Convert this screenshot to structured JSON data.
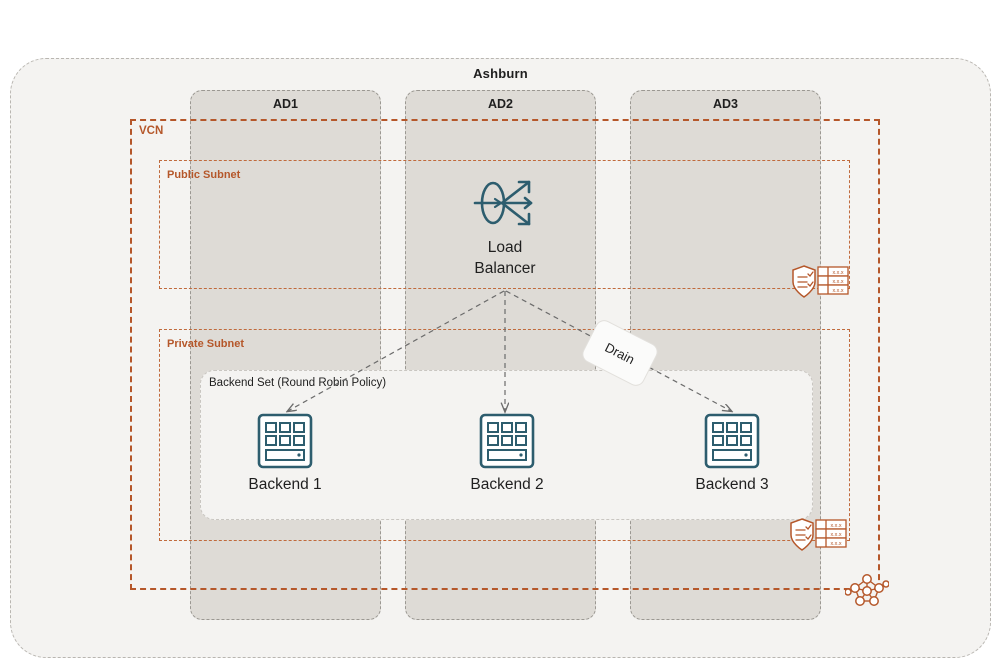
{
  "region": {
    "name": "Ashburn",
    "availability_domains": [
      {
        "id": "ad1",
        "label": "AD1"
      },
      {
        "id": "ad2",
        "label": "AD2"
      },
      {
        "id": "ad3",
        "label": "AD3"
      }
    ]
  },
  "vcn": {
    "label": "VCN",
    "subnets": [
      {
        "id": "public",
        "label": "Public Subnet"
      },
      {
        "id": "private",
        "label": "Private Subnet"
      }
    ]
  },
  "load_balancer": {
    "label_line1": "Load",
    "label_line2": "Balancer",
    "icon": "load-balancer-icon"
  },
  "backend_set": {
    "label": "Backend Set (Round Robin Policy)",
    "backends": [
      {
        "id": "backend-1",
        "label": "Backend 1",
        "icon": "server-icon"
      },
      {
        "id": "backend-2",
        "label": "Backend 2",
        "icon": "server-icon"
      },
      {
        "id": "backend-3",
        "label": "Backend 3",
        "icon": "server-icon"
      }
    ]
  },
  "annotations": {
    "drain": "Drain"
  },
  "security_artifacts": [
    {
      "id": "sec-top",
      "shield_icon": "security-list-shield-icon",
      "table_icon": "route-table-icon",
      "rows": [
        "x.x.x",
        "x.x.x",
        "x.x.x"
      ]
    },
    {
      "id": "sec-bottom",
      "shield_icon": "security-list-shield-icon",
      "table_icon": "route-table-icon",
      "rows": [
        "x.x.x",
        "x.x.x",
        "x.x.x"
      ]
    }
  ],
  "mesh": {
    "icon": "network-mesh-icon"
  },
  "colors": {
    "region_fill": "#f4f3f1",
    "region_border": "#b9b6b1",
    "ad_fill": "#dedbd6",
    "ad_border": "#9b9892",
    "vcn_border": "#b5572a",
    "subnet_border": "#c06a3c",
    "accent_orange": "#b5572a",
    "icon_teal": "#2d5d6e",
    "text": "#1f1f1f",
    "arrow": "#6b6b6b"
  }
}
